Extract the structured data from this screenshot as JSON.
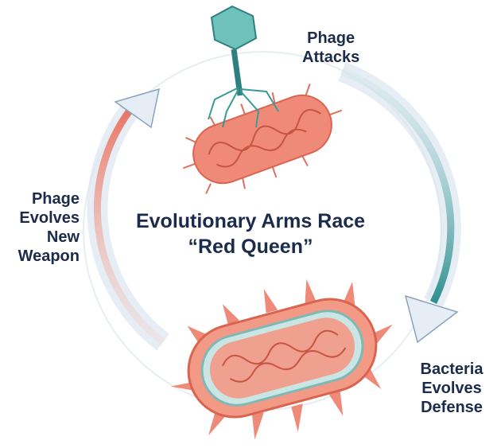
{
  "title": {
    "line1": "Evolutionary Arms Race",
    "line2": "“Red Queen”"
  },
  "labels": {
    "phage_attacks": [
      "Phage",
      "Attacks"
    ],
    "phage_evolves": [
      "Phage",
      "Evolves",
      "New",
      "Weapon"
    ],
    "bacteria_evolves": [
      "Bacteria",
      "Evolves",
      "Defense"
    ]
  },
  "colors": {
    "navy": "#1b2b4b",
    "teal": "#2e8f8f",
    "coral": "#e8705f",
    "bacteria": "#ef8a78"
  }
}
